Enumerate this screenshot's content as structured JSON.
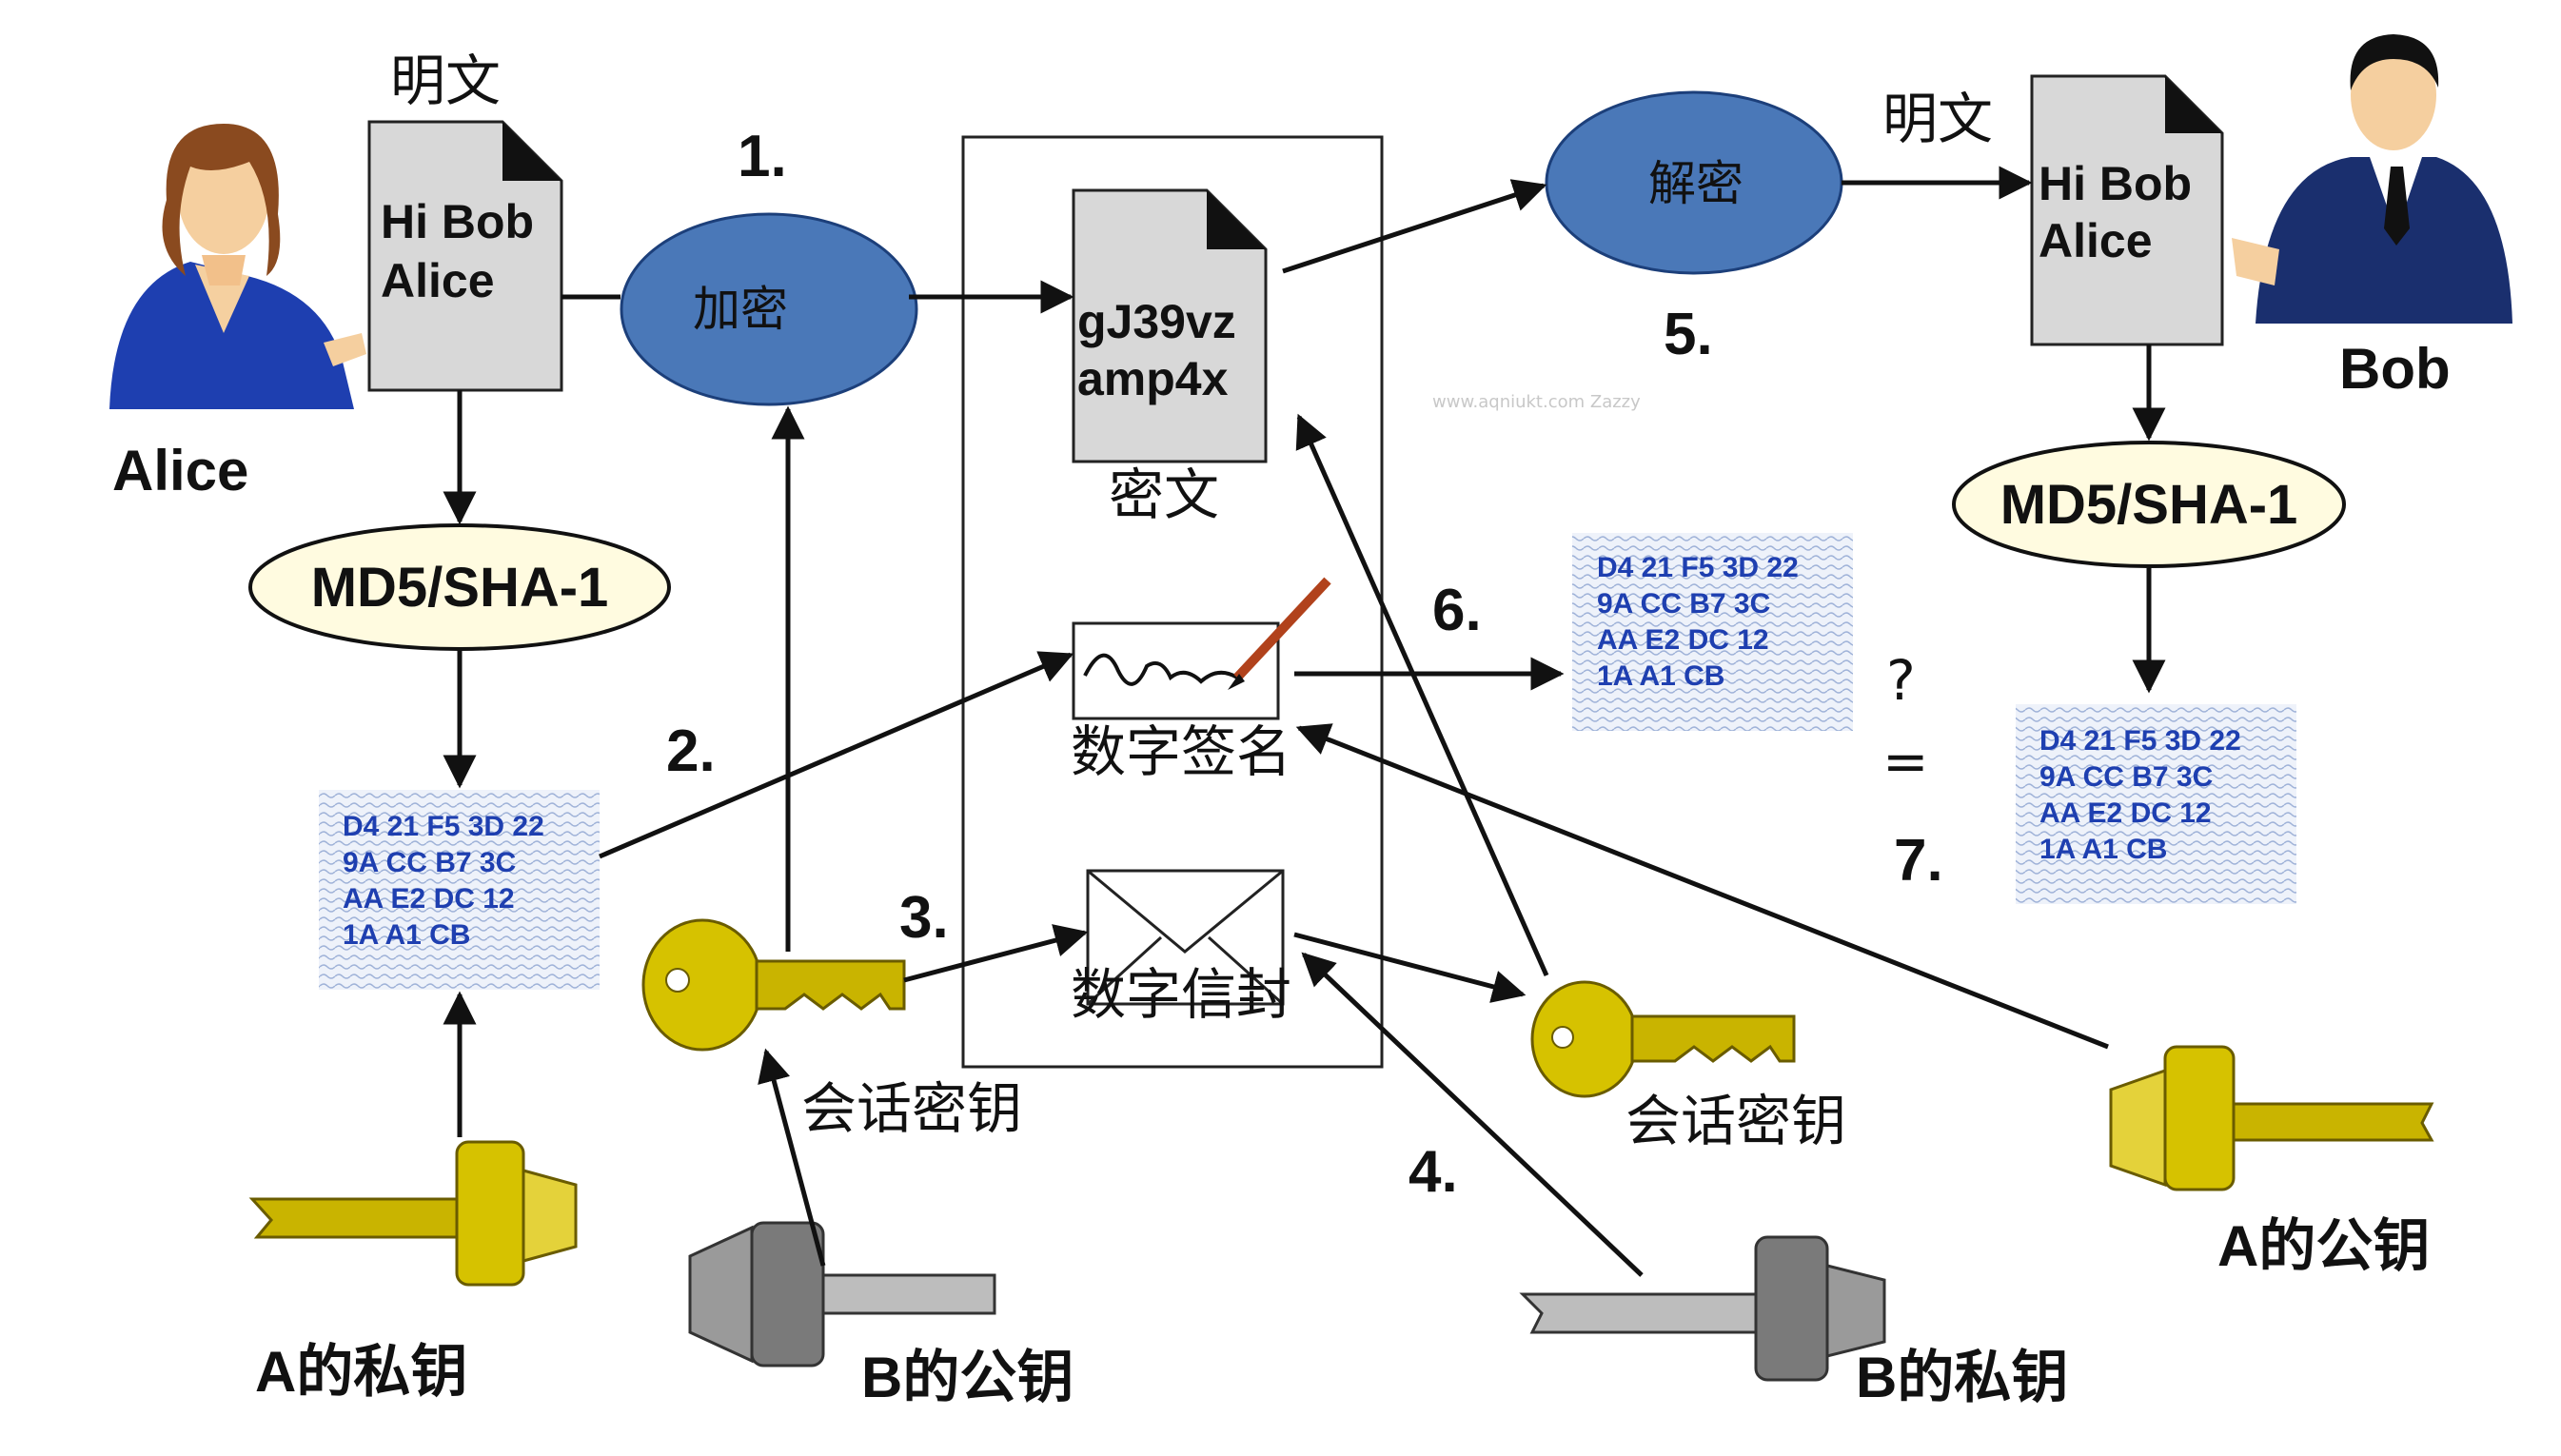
{
  "alice": {
    "name": "Alice",
    "plaintext_label": "明文",
    "doc_line1": "Hi Bob",
    "doc_line2": "Alice"
  },
  "bob": {
    "name": "Bob",
    "plaintext_label": "明文",
    "doc_line1": "Hi Bob",
    "doc_line2": "Alice"
  },
  "encrypt_label": "加密",
  "decrypt_label": "解密",
  "hash_alg_left": "MD5/SHA-1",
  "hash_alg_right": "MD5/SHA-1",
  "ciphertext": {
    "line1": "gJ39vz",
    "line2": "amp4x",
    "label": "密文"
  },
  "signature_label": "数字签名",
  "envelope_label": "数字信封",
  "hash_left": [
    "D4 21 F5 3D 22",
    "9A CC B7 3C",
    "AA E2 DC 12",
    "1A A1 CB"
  ],
  "hash_mid": [
    "D4 21 F5 3D 22",
    "9A CC B7 3C",
    "AA E2 DC 12",
    "1A A1 CB"
  ],
  "hash_right": [
    "D4 21 F5 3D 22",
    "9A CC B7 3C",
    "AA E2 DC 12",
    "1A A1 CB"
  ],
  "compare": {
    "question": "?",
    "equals": "="
  },
  "steps": [
    "1.",
    "2.",
    "3.",
    "4.",
    "5.",
    "6.",
    "7."
  ],
  "keys": {
    "a_private": "A的私钥",
    "b_public": "B的公钥",
    "session_left": "会话密钥",
    "session_right": "会话密钥",
    "b_private": "B的私钥",
    "a_public": "A的公钥"
  },
  "watermark": "www.aqniukt.com Zazzy",
  "colors": {
    "oval_blue": "#4a78b8",
    "key_gold": "#c9b400",
    "key_gray": "#7a7a7a",
    "hash_text": "#1e3fb0",
    "hash_bg": "#dfe6f4",
    "md5_fill": "#fffbe0"
  }
}
